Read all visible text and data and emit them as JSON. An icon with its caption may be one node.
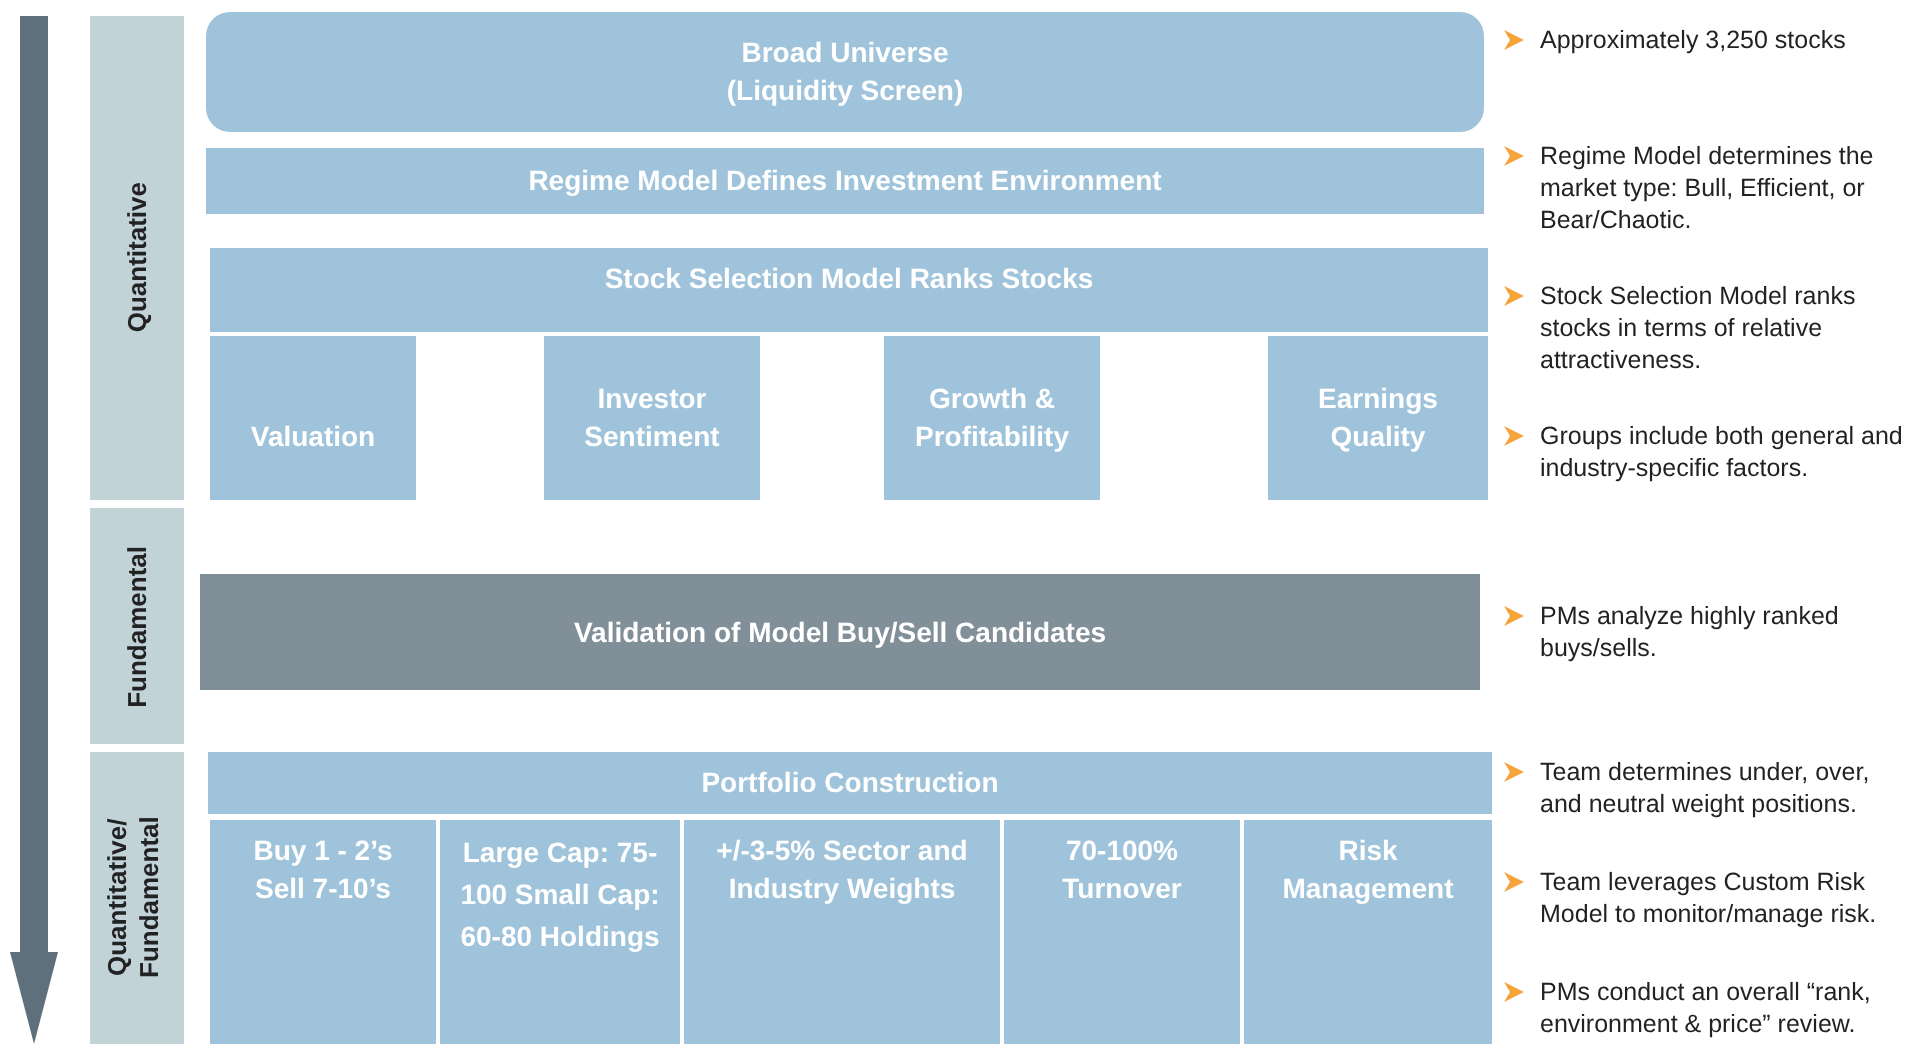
{
  "diagram": {
    "nodes": [
      {
        "text": [
          "Quantitative"
        ]
      },
      {
        "text": [
          "Fundamental"
        ]
      },
      {
        "text": [
          "Quantitative/ Fundamental"
        ]
      },
      {
        "text": [
          "Broad Universe (Liquidity Screen)"
        ]
      },
      {
        "text": [
          "Regime Model Defines Investment Environment"
        ]
      },
      {
        "text": [
          "Stock Selection Model Ranks Stocks"
        ]
      },
      {
        "text": [
          "Valuation"
        ]
      },
      {
        "text": [
          "Investor Sentiment"
        ]
      },
      {
        "text": [
          "Growth & Profitability"
        ]
      },
      {
        "text": [
          "Earnings Quality"
        ]
      },
      {
        "text": [
          "Validation of Model Buy/Sell Candidates"
        ]
      },
      {
        "text": [
          "Portfolio Construction"
        ]
      },
      {
        "text": [
          "Buy 1 - 2’s Sell 7-10’s"
        ]
      },
      {
        "text": [
          "Large Cap: 75-100 Small Cap: 60-80 Holdings"
        ]
      },
      {
        "text": [
          "+/-3-5% Sector and Industry Weights"
        ]
      },
      {
        "text": [
          "70-100% Turnover"
        ]
      },
      {
        "text": [
          "Risk Management"
        ]
      }
    ],
    "edges": [],
    "labels": [
      "Approximately 3,250 stocks",
      "Regime Model determines the market type: Bull, Efficient, or Bear/Chaotic.",
      "Stock Selection Model ranks stocks in terms of relative attractiveness.",
      "Groups include both general and industry-specific factors.",
      "PMs analyze highly ranked buys/sells.",
      "Team determines under, over, and neutral weight positions.",
      "Team leverages Custom Risk Model to monitor/manage risk.",
      "PMs conduct an overall “rank, environment & price” review."
    ]
  }
}
